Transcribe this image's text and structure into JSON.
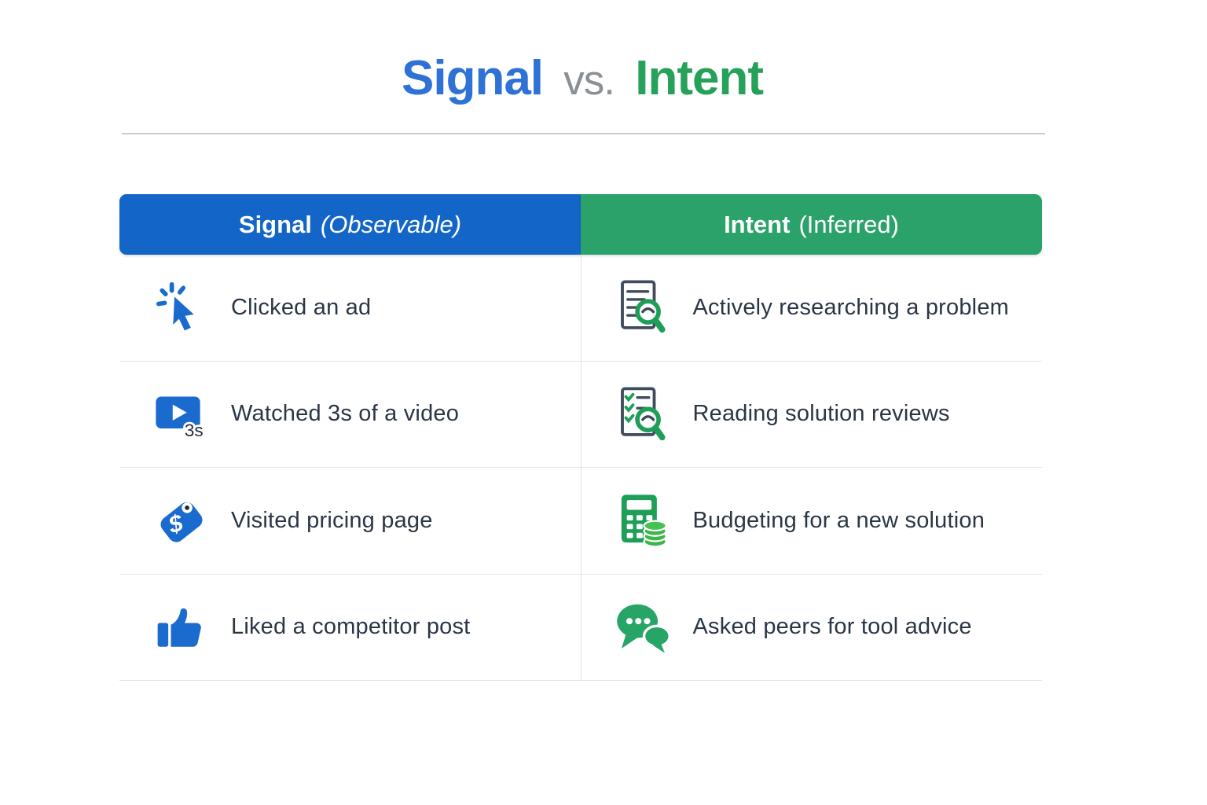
{
  "title": {
    "signal": "Signal",
    "vs": "vs.",
    "intent": "Intent"
  },
  "colors": {
    "title_blue": "#2e72d5",
    "title_green": "#26a159",
    "vs_gray": "#8b9095",
    "header_blue": "#1366c8",
    "header_green": "#2ba26a",
    "icon_blue": "#1a6bcd",
    "icon_green": "#1f9e58",
    "coin_green": "#3cb54a",
    "chat_green": "#27a566",
    "body_text": "#2b3645",
    "divider_gray": "#e4e5e7"
  },
  "table": {
    "headers": [
      {
        "bold": "Signal",
        "qualifier": "(Observable)"
      },
      {
        "bold": "Intent",
        "qualifier": "(Inferred)"
      }
    ],
    "rows": [
      {
        "signal": {
          "icon": "cursor-click-icon",
          "text": "Clicked an ad"
        },
        "intent": {
          "icon": "document-search-icon",
          "text": "Actively researching a problem"
        }
      },
      {
        "signal": {
          "icon": "video-play-icon",
          "badge": "3s",
          "text": "Watched 3s of a video"
        },
        "intent": {
          "icon": "checklist-search-icon",
          "text": "Reading solution reviews"
        }
      },
      {
        "signal": {
          "icon": "price-tag-icon",
          "glyph": "$",
          "text": "Visited pricing page"
        },
        "intent": {
          "icon": "calculator-coins-icon",
          "text": "Budgeting for a new solution"
        }
      },
      {
        "signal": {
          "icon": "thumbs-up-icon",
          "text": "Liked a competitor post"
        },
        "intent": {
          "icon": "chat-bubbles-icon",
          "text": "Asked peers for tool advice"
        }
      }
    ]
  }
}
